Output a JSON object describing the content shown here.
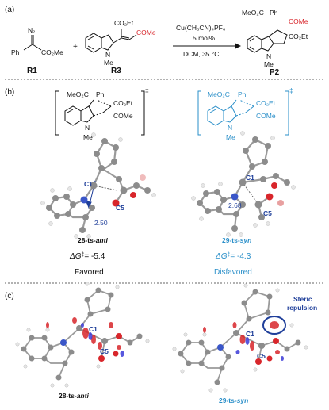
{
  "panel_labels": {
    "a": "(a)",
    "b": "(b)",
    "c": "(c)"
  },
  "reaction": {
    "r1_diazo": "N₂",
    "r1_ph": "Ph",
    "r1_ester": "CO₂Me",
    "r1_label": "R1",
    "plus": "+",
    "r3_ester": "CO₂Et",
    "r3_ketone": "COMe",
    "r3_nme": "N",
    "r3_me": "Me",
    "r3_label": "R3",
    "catalyst": "Cu(CH₃CN)₄PF₆",
    "loading": "5 mol%",
    "conditions": "DCM, 35 °C",
    "p2_ester1": "MeO₂C",
    "p2_ph": "Ph",
    "p2_ketone": "COMe",
    "p2_ester2": "CO₂Et",
    "p2_n": "N",
    "p2_me": "Me",
    "p2_label": "P2"
  },
  "ts_structures": {
    "left_ester": "MeO₂C",
    "left_ph": "Ph",
    "left_co2et": "CO₂Et",
    "left_come": "COMe",
    "left_n": "N",
    "left_me": "Me",
    "left_dagger": "‡",
    "right_ester": "MeO₂C",
    "right_ph": "Ph",
    "right_co2et": "CO₂Et",
    "right_come": "COMe",
    "right_n": "N",
    "right_me": "Me",
    "right_dagger": "‡"
  },
  "ts_left": {
    "c1": "C1",
    "c5": "C5",
    "distance": "2.50",
    "name_prefix": "28-ts-",
    "name_suffix": "anti",
    "dg_symbol": "ΔG",
    "dg_dagger": "‡",
    "dg_value": "= -5.4",
    "verdict": "Favored"
  },
  "ts_right": {
    "c1": "C1",
    "c5": "C5",
    "distance": "2.68",
    "name_prefix": "29-ts-",
    "name_suffix": "syn",
    "dg_symbol": "ΔG",
    "dg_dagger": "‡",
    "dg_value": "= -4.3",
    "verdict": "Disfavored"
  },
  "nci_left": {
    "c1": "C1",
    "c5": "C5",
    "name_prefix": "28-ts-",
    "name_suffix": "anti"
  },
  "nci_right": {
    "c1": "C1",
    "c5": "C5",
    "steric_line1": "Steric",
    "steric_line2": "repulsion",
    "name_prefix": "29-ts-",
    "name_suffix": "syn"
  },
  "colors": {
    "blue": "#2a8fc9",
    "red": "#d8262b",
    "navy": "#1f3f9a",
    "nitrogen": "#3a56c8",
    "oxygen": "#d8262b"
  }
}
